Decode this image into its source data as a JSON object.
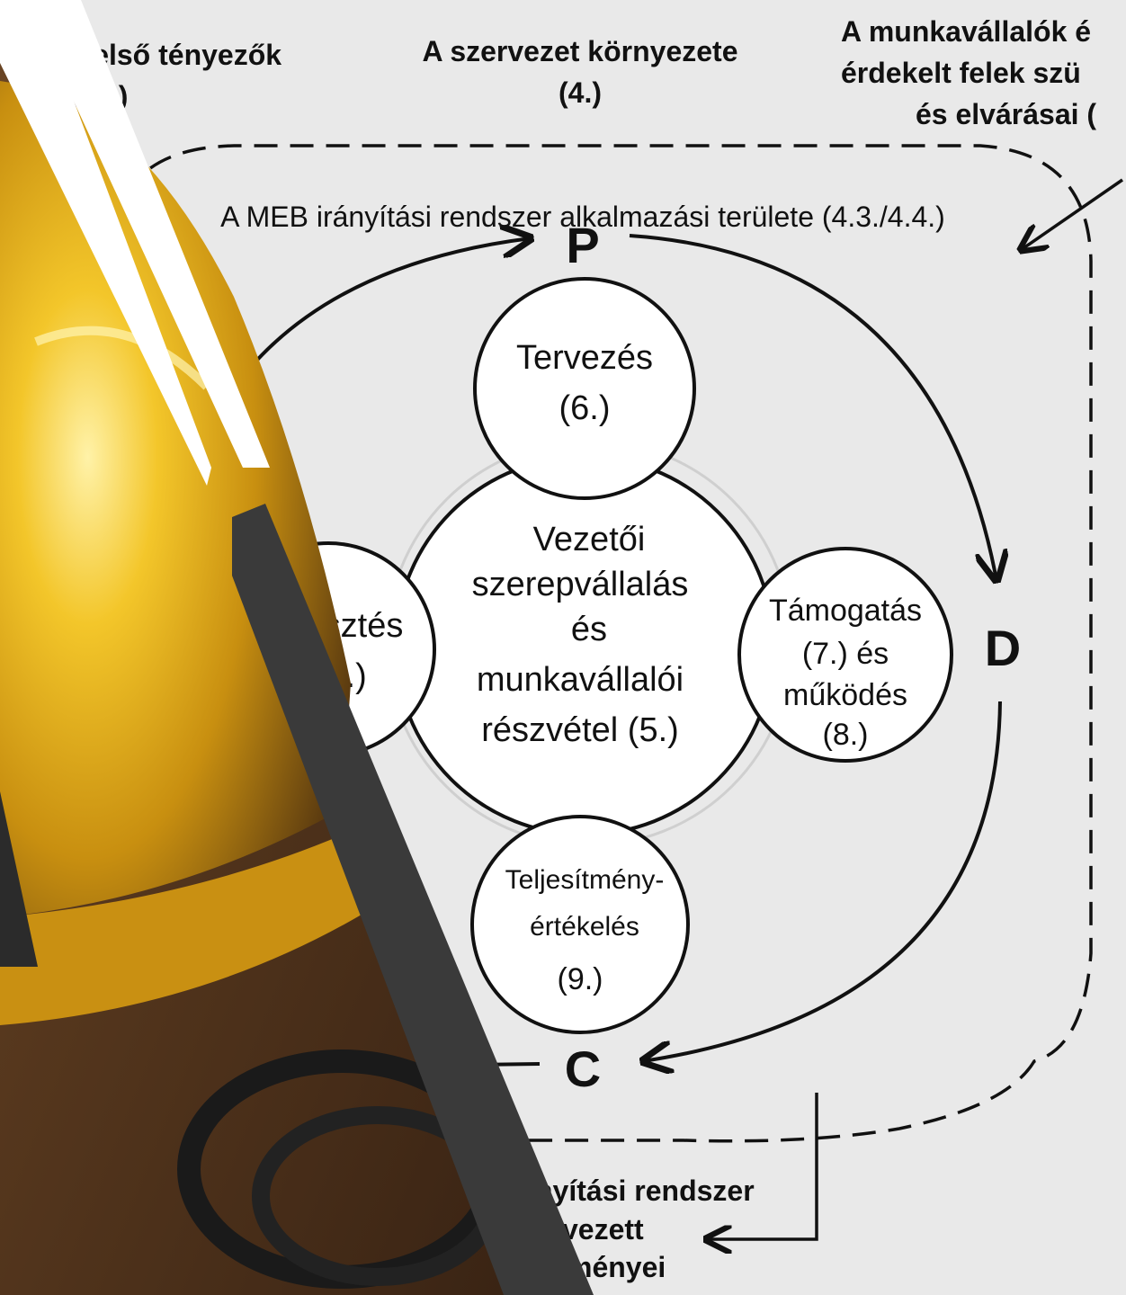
{
  "diagram": {
    "top_labels": {
      "left_line1": "s belső tényezők",
      "left_line2": "(4.1.)",
      "center_line1": "A szervezet környezete",
      "center_line2": "(4.)",
      "right_line1": "A munkavállalók é",
      "right_line2": "érdekelt felek szü",
      "right_line3": "és elvárásai ("
    },
    "scope_label": "A MEB irányítási rendszer alkalmazási területe (4.3./4.4.)",
    "pdca": {
      "p": "P",
      "d": "D",
      "c": "C"
    },
    "center": {
      "line1": "Vezetői",
      "line2": "szerepvállalás",
      "line3": "és",
      "line4": "munkavállalói",
      "line5": "részvétel (5.)"
    },
    "top_circle": {
      "line1": "Tervezés",
      "line2": "(6.)"
    },
    "right_circle": {
      "line1": "Támogatás",
      "line2": "(7.) és",
      "line3": "működés",
      "line4": "(8.)"
    },
    "bottom_circle": {
      "line1": "Teljesítmény-",
      "line2": "értékelés",
      "line3": "(9.)"
    },
    "left_circle": {
      "line1": "ilesztés",
      "line2": "10.)"
    },
    "outcome": {
      "line1": "nyítási rendszer",
      "line2": "vezett",
      "line3": "ményei"
    }
  },
  "colors": {
    "background": "#e9e9e9",
    "helmet_yellow": "#e8b31a",
    "dark_stripe": "#3a3a3a",
    "white_stripe": "#ffffff"
  }
}
